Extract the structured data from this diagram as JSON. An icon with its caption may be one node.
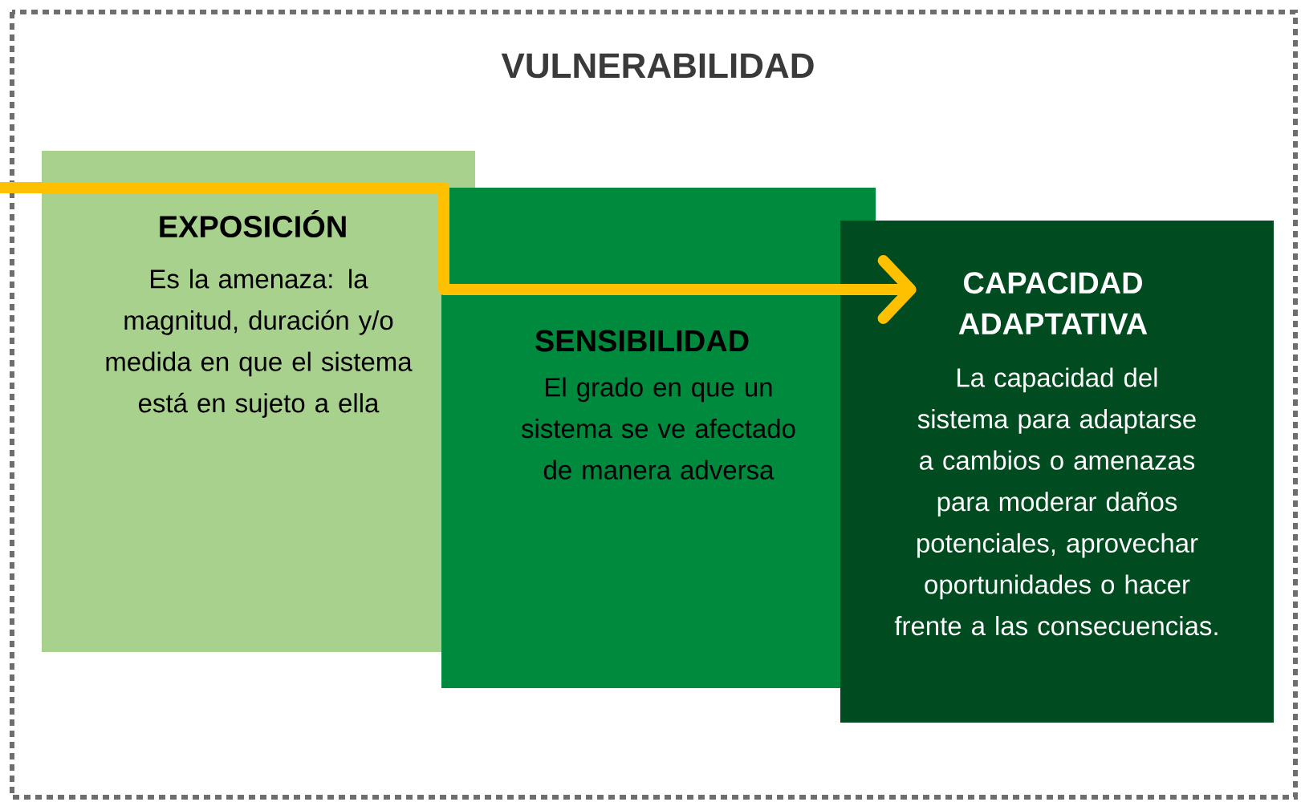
{
  "diagram": {
    "nodes": [
      {
        "text": [
          "VULNERABILIDAD"
        ]
      },
      {
        "text": [
          "EXPOSICIÓN",
          "Es la amenaza: la magnitud, duración y/o medida en que el sistema está en sujeto a ella"
        ],
        "in": 0
      },
      {
        "text": [
          "SENSIBILIDAD",
          "El grado en que un sistema se ve afectado de manera adversa"
        ],
        "in": 0
      },
      {
        "text": [
          "CAPACIDAD ADAPTATIVA",
          "La capacidad del sistema para adaptarse a cambios o amenazas para moderar daños potenciales, aprovechar oportunidades o hacer frente a las consecuencias."
        ],
        "in": 0
      }
    ],
    "edges": [
      {
        "from": null,
        "to": 3,
        "arrow": "to",
        "color": "#ffc000"
      }
    ]
  }
}
